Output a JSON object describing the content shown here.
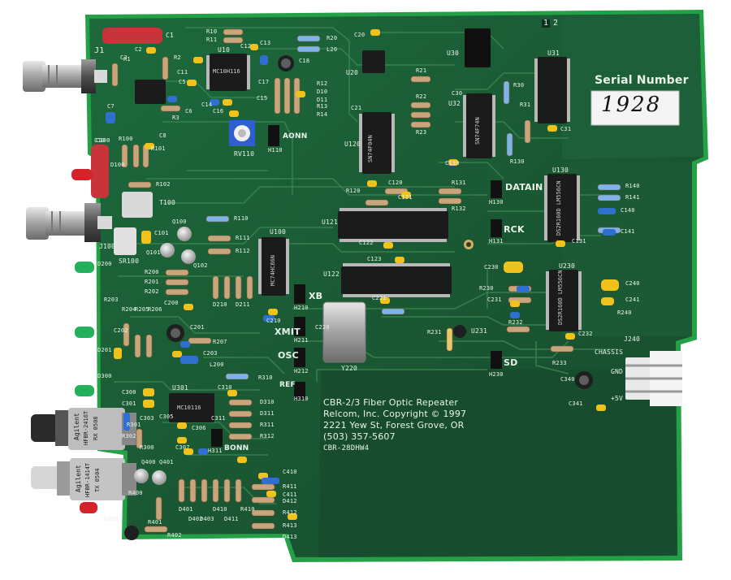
{
  "board": {
    "serial_heading": "Serial Number",
    "serial_value": "1928",
    "title_line1": "CBR-2/3 Fiber Optic Repeater",
    "title_line2": "Relcom, Inc.  Copyright © 1997",
    "title_line3": "2221 Yew St, Forest Grove, OR",
    "title_line4": "(503) 357-5607",
    "title_line5": "CBR-28DHW4",
    "corner_marks": [
      "1",
      "2"
    ],
    "colors": {
      "pcb": "#1c5b36",
      "pcb_edge": "#24a046",
      "trace": "#3f8a55",
      "silk": "#e9f3ea",
      "chip": "#1a1a1a",
      "resistor": "#c9a57c",
      "cap_yellow": "#f1c21b",
      "cap_blue": "#2f6fd0",
      "led_red": "#d4232a",
      "led_green": "#22b15a"
    }
  },
  "signals": {
    "dataIn": "DATAIN",
    "rck": "RCK",
    "xb": "XB",
    "xmit": "XMIT",
    "osc": "OSC",
    "ref": "REF",
    "sd": "SD",
    "aonn": "AONN",
    "bonn": "BONN",
    "chassis": "CHASSIS",
    "gnd": "GND",
    "plus5v": "+5V"
  },
  "refs": {
    "connectors": [
      "J1",
      "J100",
      "J240"
    ],
    "ics": [
      "U10",
      "U20",
      "U30",
      "U31",
      "U32",
      "U120",
      "U121",
      "U122",
      "U130",
      "U100",
      "U230",
      "U231",
      "U301"
    ],
    "other": [
      "RV110",
      "SR100",
      "T100",
      "Y220",
      "H110",
      "H130",
      "H131",
      "H210",
      "H211",
      "H212",
      "H230",
      "H310",
      "H311",
      "D100",
      "D200",
      "D201",
      "D300",
      "D400",
      "Q100",
      "Q101",
      "Q102",
      "Q400",
      "Q401"
    ],
    "resistors": [
      "R1",
      "R2",
      "R3",
      "R10",
      "R11",
      "R12",
      "R13",
      "R14",
      "R20",
      "R21",
      "R22",
      "R23",
      "R30",
      "R31",
      "R100",
      "R101",
      "R102",
      "R110",
      "R111",
      "R112",
      "R120",
      "R130",
      "R131",
      "R132",
      "R140",
      "R141",
      "R200",
      "R201",
      "R202",
      "R203",
      "R204",
      "R205",
      "R206",
      "R207",
      "R230",
      "R231",
      "R232",
      "R233",
      "R240",
      "R300",
      "R301",
      "R302",
      "R310",
      "R311",
      "R312",
      "R400",
      "R401",
      "R402",
      "R410",
      "R411",
      "R412",
      "R413"
    ],
    "capacitors": [
      "C1",
      "C2",
      "C3",
      "C5",
      "C6",
      "C7",
      "C8",
      "C10",
      "C11",
      "C12",
      "C13",
      "C14",
      "C15",
      "C16",
      "C17",
      "C18",
      "C20",
      "C21",
      "C30",
      "C31",
      "C100",
      "C101",
      "C120",
      "C121",
      "C122",
      "C123",
      "C130",
      "C131",
      "C140",
      "C141",
      "C200",
      "C201",
      "C202",
      "C203",
      "C210",
      "C220",
      "C221",
      "C230",
      "C231",
      "C232",
      "C240",
      "C241",
      "C300",
      "C301",
      "C303",
      "C305",
      "C306",
      "C307",
      "C310",
      "C311",
      "C340",
      "C341",
      "C410",
      "C411"
    ],
    "diodes": [
      "D10",
      "D11",
      "D210",
      "D211",
      "D310",
      "D311",
      "D401",
      "D402",
      "D403",
      "D410",
      "D411",
      "D412",
      "D413",
      "L20",
      "L200"
    ]
  },
  "ic_markings": {
    "u231": "DS2R160D LM556CN",
    "u130": "DS2R160D LM556CN",
    "u100": "MC74HC86N",
    "u32": "SN74F74N",
    "u20": "SN74F04N",
    "u301": "MC10116",
    "u10": "MC10H116"
  },
  "transceivers": {
    "rx_line1": "Agilent",
    "rx_line2": "HFBR-2416T",
    "rx_line3": "RX 0508",
    "tx_line1": "Agilent",
    "tx_line2": "HFBR-1414T",
    "tx_line3": "TX 0504"
  }
}
